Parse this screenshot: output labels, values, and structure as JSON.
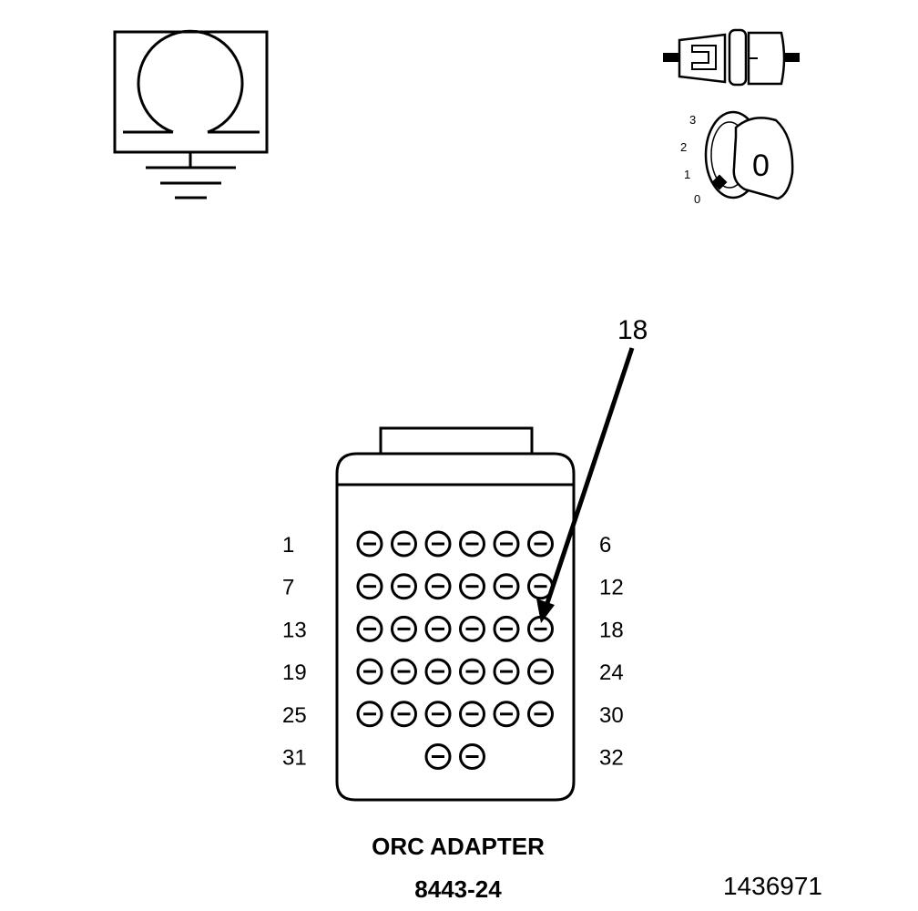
{
  "ohmmeter": {
    "symbol": "Ω"
  },
  "ignition": {
    "positions": [
      "3",
      "2",
      "1",
      "0"
    ],
    "key_letter": "0"
  },
  "callout": {
    "label": "18",
    "target_pin": 18
  },
  "connector": {
    "rows": [
      {
        "left": "1",
        "right": "6",
        "count": 6
      },
      {
        "left": "7",
        "right": "12",
        "count": 6
      },
      {
        "left": "13",
        "right": "18",
        "count": 6
      },
      {
        "left": "19",
        "right": "24",
        "count": 6
      },
      {
        "left": "25",
        "right": "30",
        "count": 6
      },
      {
        "left": "31",
        "right": "32",
        "count": 2
      }
    ]
  },
  "caption": {
    "name": "ORC ADAPTER",
    "part_number": "8443-24"
  },
  "figure_id": "1436971"
}
